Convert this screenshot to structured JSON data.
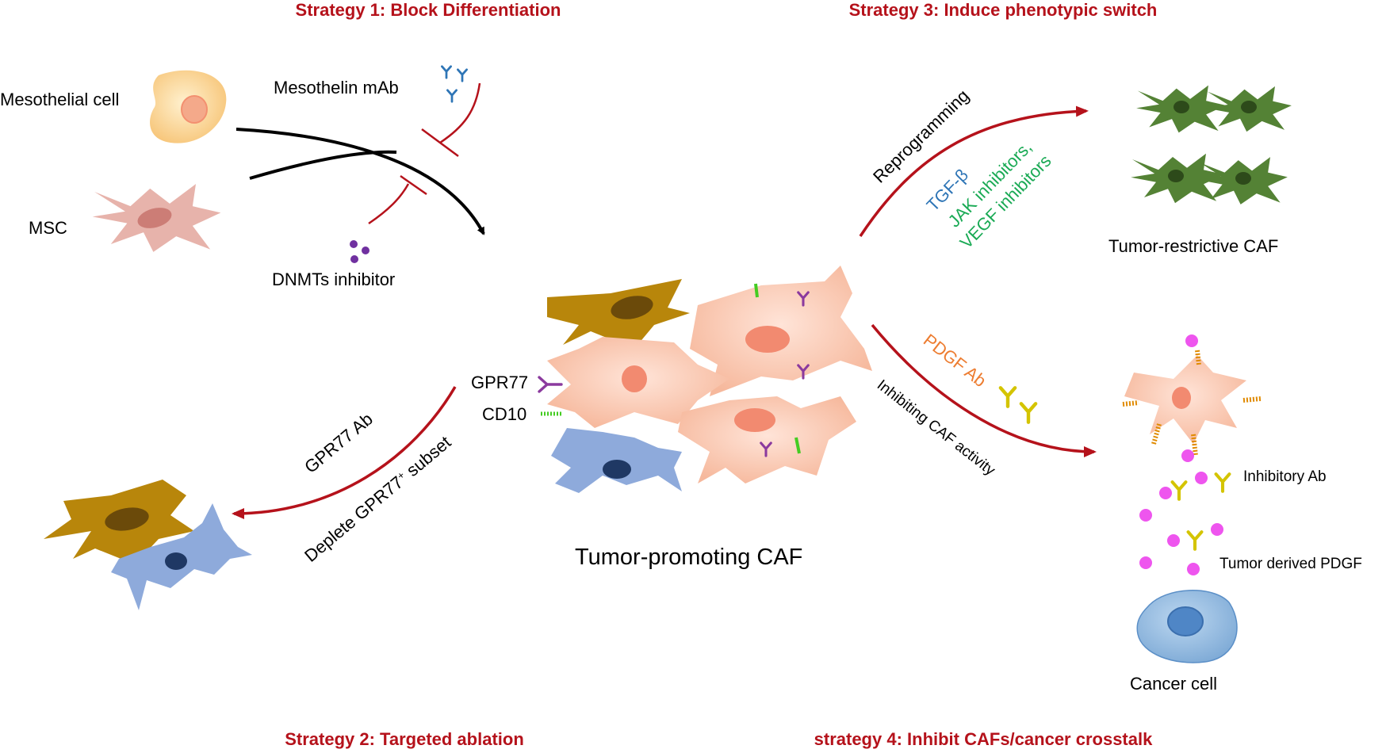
{
  "strategies": {
    "s1": "Strategy 1: Block Differentiation",
    "s2": "Strategy 2: Targeted ablation",
    "s3": "Strategy 3: Induce phenotypic switch",
    "s4": "strategy 4: Inhibit CAFs/cancer crosstalk"
  },
  "cells": {
    "mesothelial": "Mesothelial cell",
    "msc": "MSC",
    "tumor_promoting": "Tumor-promoting CAF",
    "tumor_restrictive": "Tumor-restrictive CAF",
    "cancer": "Cancer cell"
  },
  "agents": {
    "mesothelin_mab": "Mesothelin mAb",
    "dnmts": "DNMTs inhibitor",
    "gpr77": "GPR77",
    "cd10": "CD10",
    "gpr77_ab": "GPR77 Ab",
    "deplete_pre": "Deplete GPR77",
    "deplete_sup": "+",
    "deplete_post": " subset",
    "reprogramming": "Reprogramming",
    "tgf": "TGF-β",
    "jak": "JAK inhibitors,",
    "vegf": "VEGF inhibitors",
    "pdgf_ab": "PDGF Ab",
    "inhibiting_caf": "Inhibiting CAF activity",
    "inhibitory_ab": "Inhibitory  Ab",
    "tumor_pdgf": "Tumor  derived PDGF"
  },
  "colors": {
    "strategy_red": "#b5121b",
    "arrow_red": "#b5121b",
    "tgf_blue": "#2e75b6",
    "inhibitor_green": "#1aaa55",
    "pdgf_orange": "#ed7d31",
    "caf_peach": "#f8c0a8",
    "caf_brown": "#b8860b",
    "caf_blue": "#8eaadb",
    "restrictive_green": "#548235",
    "pdgf_pink": "#ee55ee",
    "antibody_yellow": "#d4c400",
    "gpr77_purple": "#8b3a9e",
    "cd10_green": "#44cc22"
  }
}
